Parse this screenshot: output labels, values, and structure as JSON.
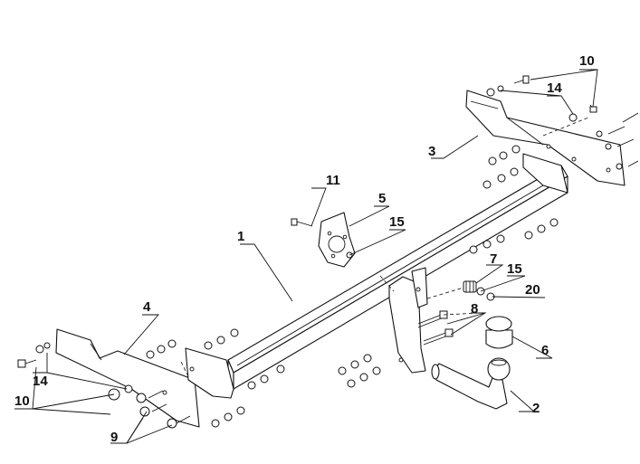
{
  "diagram": {
    "callouts": [
      {
        "id": "c1",
        "label": "1"
      },
      {
        "id": "c2",
        "label": "2"
      },
      {
        "id": "c3",
        "label": "3"
      },
      {
        "id": "c4",
        "label": "4"
      },
      {
        "id": "c5",
        "label": "5"
      },
      {
        "id": "c6",
        "label": "6"
      },
      {
        "id": "c7",
        "label": "7"
      },
      {
        "id": "c8",
        "label": "8"
      },
      {
        "id": "c9",
        "label": "9"
      },
      {
        "id": "c10a",
        "label": "10"
      },
      {
        "id": "c10b",
        "label": "10"
      },
      {
        "id": "c11",
        "label": "11"
      },
      {
        "id": "c14a",
        "label": "14"
      },
      {
        "id": "c14b",
        "label": "14"
      },
      {
        "id": "c15a",
        "label": "15"
      },
      {
        "id": "c15b",
        "label": "15"
      },
      {
        "id": "c20",
        "label": "20"
      }
    ]
  }
}
